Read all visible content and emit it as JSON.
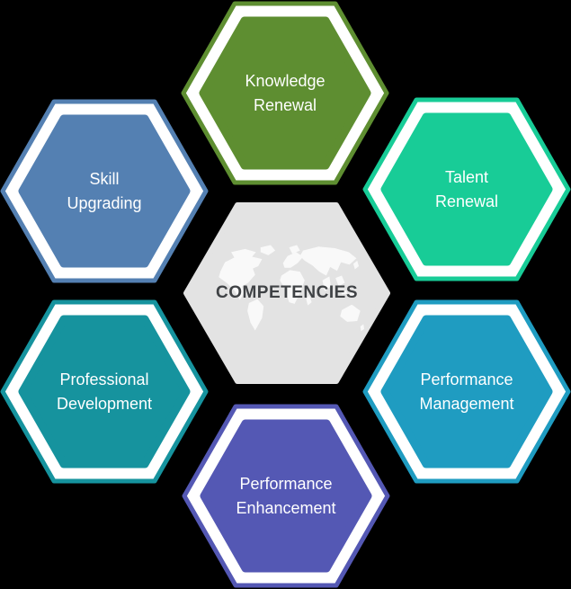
{
  "background_color": "#000000",
  "label_text_color": "#ffffff",
  "center_hexagon": {
    "label": "COMPETENCIES",
    "fill_color": "#E3E3E3",
    "text_color": "#3F4245",
    "icon": "world-map-icon"
  },
  "hexagons": [
    {
      "id": "knowledge-renewal",
      "position": "top",
      "lines": [
        "Knowledge",
        "Renewal"
      ],
      "color": "#5E8E31"
    },
    {
      "id": "talent-renewal",
      "position": "top-right",
      "lines": [
        "Talent",
        "Renewal"
      ],
      "color": "#18CC97"
    },
    {
      "id": "skill-upgrading",
      "position": "top-left",
      "lines": [
        "Skill",
        "Upgrading"
      ],
      "color": "#5480B2"
    },
    {
      "id": "performance-management",
      "position": "bottom-right",
      "lines": [
        "Performance",
        "Management"
      ],
      "color": "#1F9CC1"
    },
    {
      "id": "professional-development",
      "position": "bottom-left",
      "lines": [
        "Professional",
        "Development"
      ],
      "color": "#16939E"
    },
    {
      "id": "performance-enhancement",
      "position": "bottom",
      "lines": [
        "Performance",
        "Enhancement"
      ],
      "color": "#5458B4"
    }
  ]
}
